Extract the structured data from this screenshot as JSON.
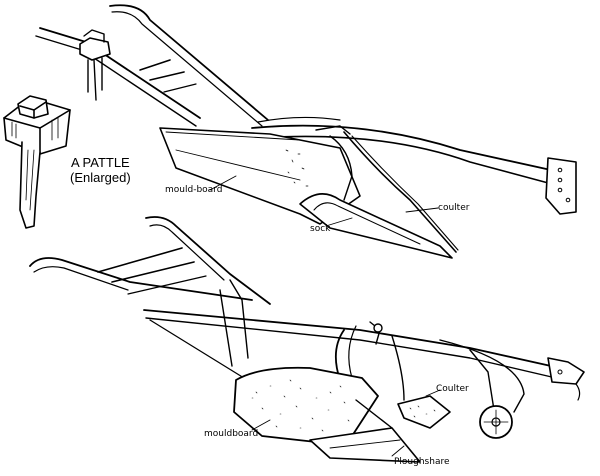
{
  "labels": {
    "pattle_title": "A PATTLE",
    "pattle_subtitle": "(Enlarged)",
    "top_mouldboard": "mould-board",
    "top_sock": "sock",
    "top_coulter": "coulter",
    "bottom_coulter": "Coulter",
    "bottom_mouldboard": "mouldboard",
    "bottom_ploughshare": "Ploughshare"
  },
  "colors": {
    "ink": "#000000",
    "paper": "#ffffff"
  }
}
